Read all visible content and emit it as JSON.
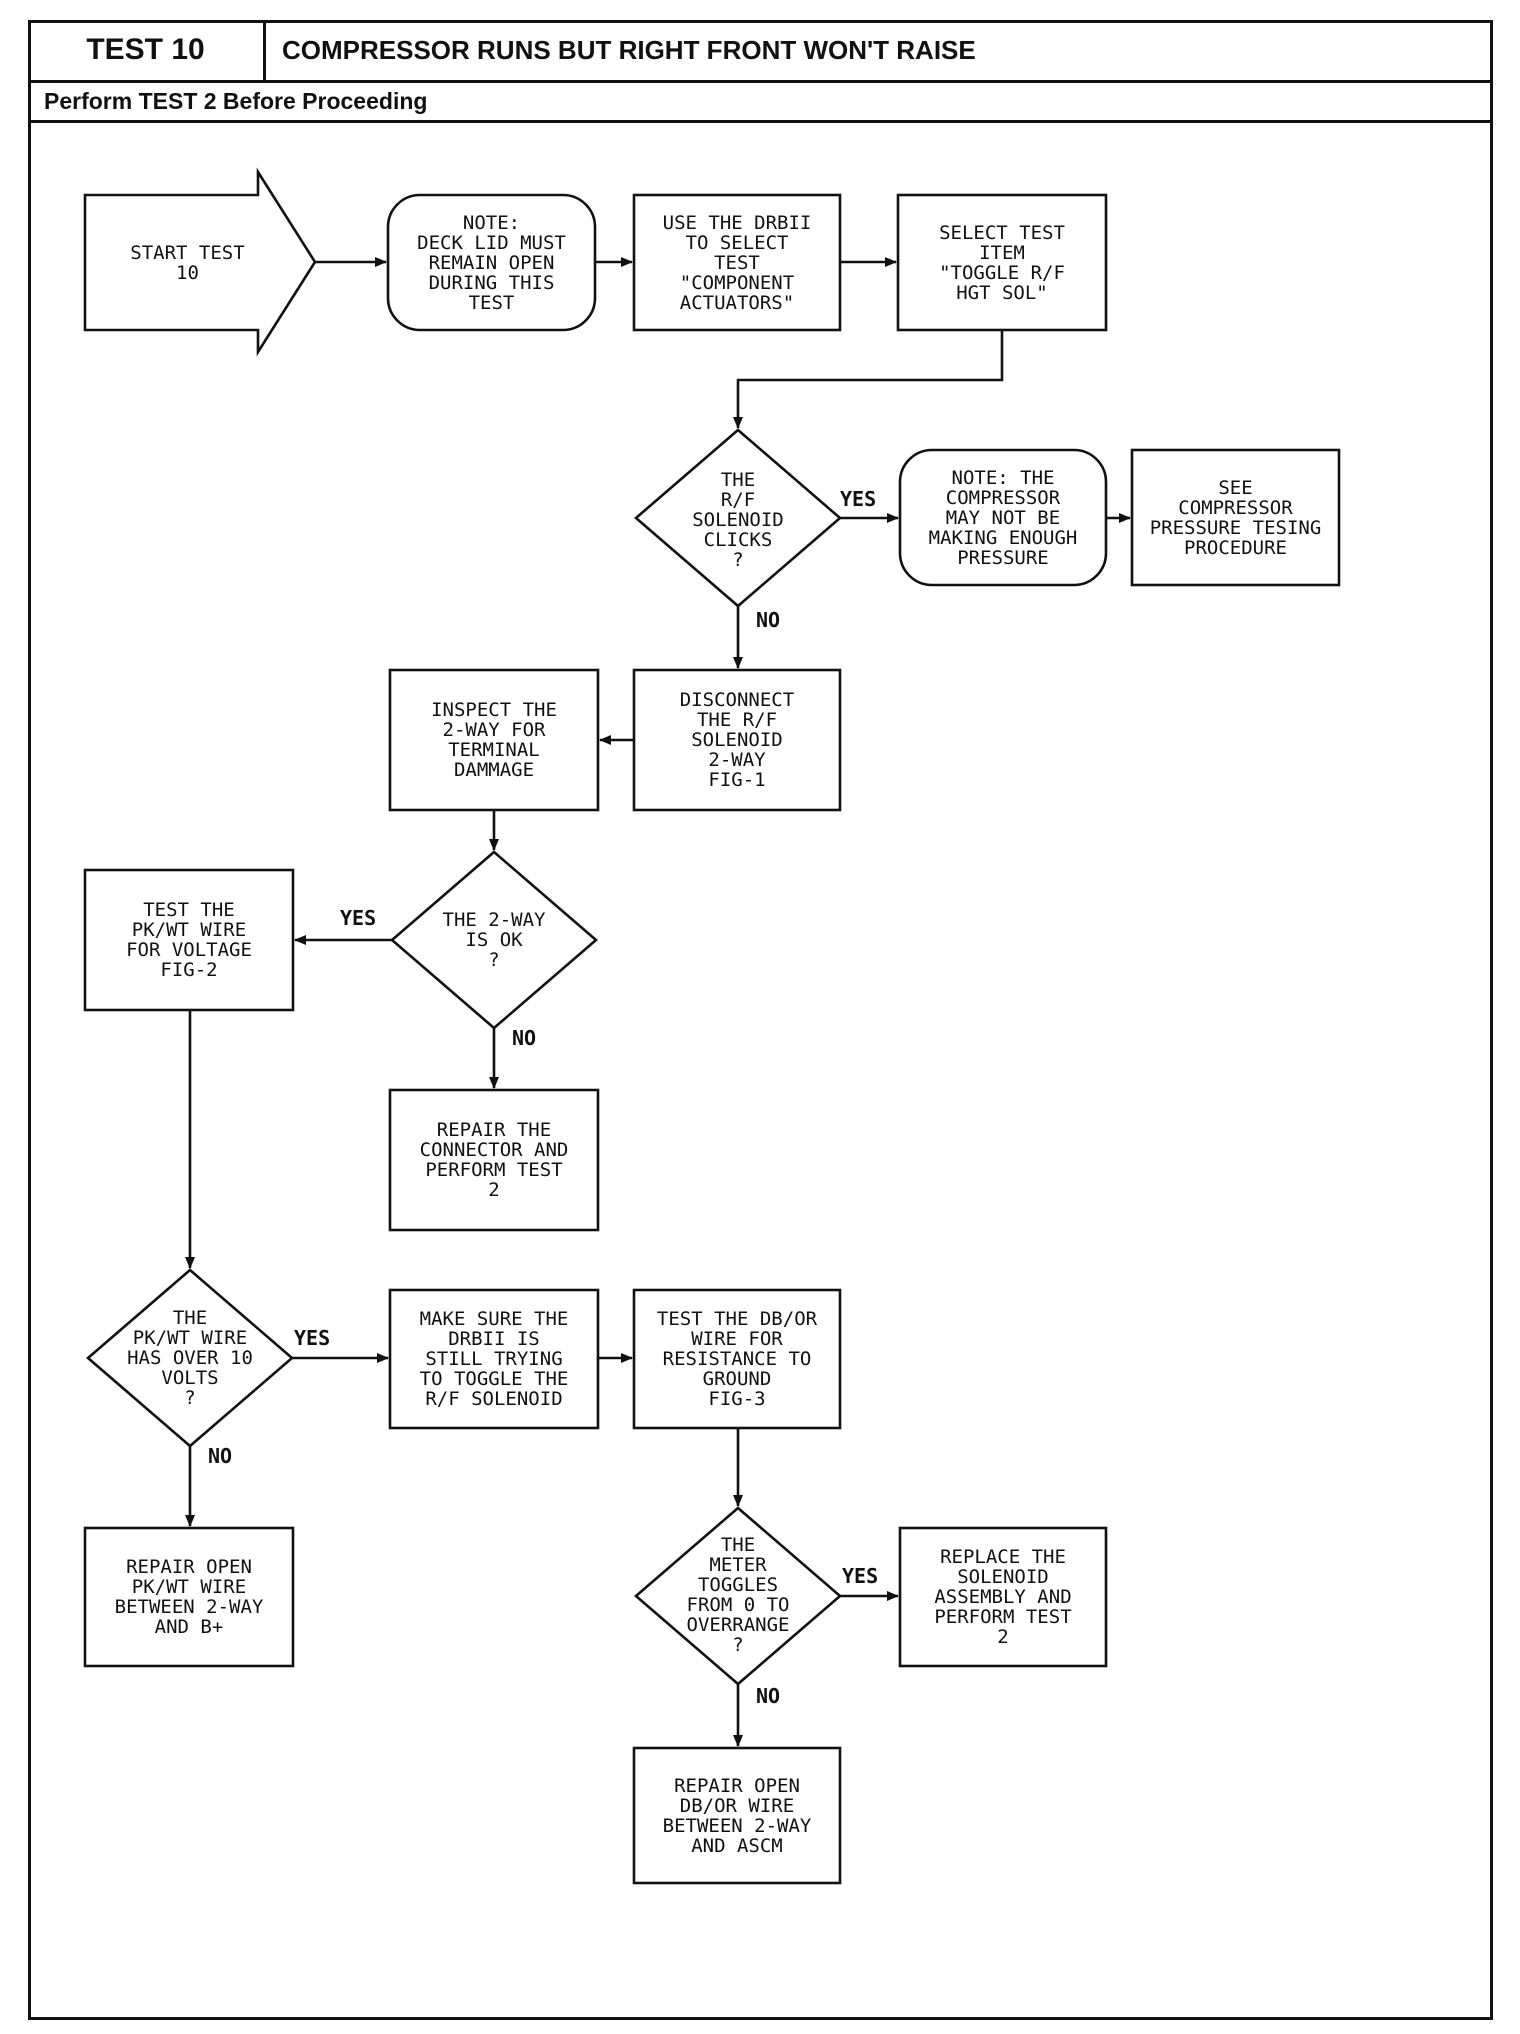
{
  "header": {
    "test_label": "TEST 10",
    "title": "COMPRESSOR RUNS BUT RIGHT FRONT WON'T RAISE",
    "subtitle": "Perform TEST 2 Before Proceeding"
  },
  "nodes": {
    "start": "START TEST\n10",
    "note_deck": "NOTE:\nDECK LID MUST\nREMAIN OPEN\nDURING THIS\nTEST",
    "use_drbii": "USE THE DRBII\nTO SELECT\nTEST\n\"COMPONENT\nACTUATORS\"",
    "select_item": "SELECT TEST\nITEM\n\"TOGGLE R/F\nHGT SOL\"",
    "solenoid_clicks": "THE\nR/F\nSOLENOID\nCLICKS\n?",
    "note_compressor": "NOTE: THE\nCOMPRESSOR\nMAY NOT BE\nMAKING ENOUGH\nPRESSURE",
    "see_compressor": "SEE\nCOMPRESSOR\nPRESSURE TESING\nPROCEDURE",
    "disconnect": "DISCONNECT\nTHE R/F\nSOLENOID\n2-WAY\nFIG-1",
    "inspect": "INSPECT THE\n2-WAY FOR\nTERMINAL\nDAMMAGE",
    "two_way_ok": "THE 2-WAY\nIS OK\n?",
    "test_pkwt": "TEST THE\nPK/WT WIRE\nFOR VOLTAGE\nFIG-2",
    "repair_connector": "REPAIR THE\nCONNECTOR AND\nPERFORM TEST\n2",
    "pkwt_over10": "THE\nPK/WT WIRE\nHAS OVER 10\nVOLTS\n?",
    "make_sure": "MAKE SURE THE\nDRBII IS\nSTILL TRYING\nTO TOGGLE THE\nR/F SOLENOID",
    "test_dbor": "TEST THE DB/OR\nWIRE FOR\nRESISTANCE TO\nGROUND\nFIG-3",
    "repair_pkwt": "REPAIR OPEN\nPK/WT WIRE\nBETWEEN 2-WAY\nAND B+",
    "meter_toggles": "THE\nMETER\nTOGGLES\nFROM 0 TO\nOVERRANGE\n?",
    "replace_solenoid": "REPLACE THE\nSOLENOID\nASSEMBLY AND\nPERFORM TEST\n2",
    "repair_dbor": "REPAIR OPEN\nDB/OR WIRE\nBETWEEN 2-WAY\nAND ASCM"
  },
  "edge_labels": {
    "yes": "YES",
    "no": "NO"
  }
}
